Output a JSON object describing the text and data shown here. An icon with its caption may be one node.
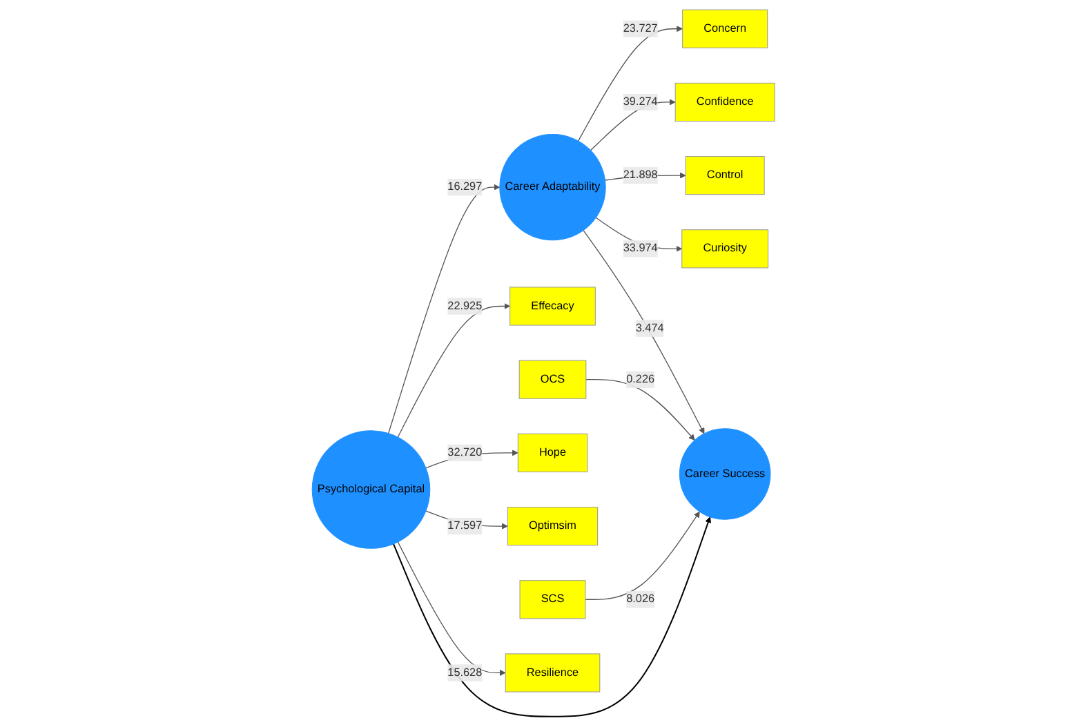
{
  "diagram": {
    "nodes": [
      {
        "text": [
          "Concern"
        ]
      },
      {
        "text": [
          "Confidence"
        ]
      },
      {
        "text": [
          "Control"
        ]
      },
      {
        "text": [
          "Curiosity"
        ]
      },
      {
        "text": [
          "Career Adaptability"
        ]
      },
      {
        "text": [
          "Effecacy"
        ]
      },
      {
        "text": [
          "OCS"
        ]
      },
      {
        "text": [
          "Hope"
        ]
      },
      {
        "text": [
          "Psychological Capital"
        ]
      },
      {
        "text": [
          "Optimsim"
        ]
      },
      {
        "text": [
          "SCS"
        ]
      },
      {
        "text": [
          "Resilience"
        ]
      },
      {
        "text": [
          "Career Success"
        ]
      }
    ],
    "edges": [
      {
        "from": 4,
        "to": 0,
        "arrow": "to",
        "label": "23.727"
      },
      {
        "from": 4,
        "to": 1,
        "arrow": "to",
        "label": "39.274"
      },
      {
        "from": 4,
        "to": 2,
        "arrow": "to",
        "label": "21.898"
      },
      {
        "from": 4,
        "to": 3,
        "arrow": "to",
        "label": "33.974"
      },
      {
        "from": 8,
        "to": 4,
        "arrow": "to",
        "label": "16.297"
      },
      {
        "from": 4,
        "to": 12,
        "arrow": "to",
        "label": "3.474"
      },
      {
        "from": 8,
        "to": 5,
        "arrow": "to",
        "label": "22.925"
      },
      {
        "from": 8,
        "to": 7,
        "arrow": "to",
        "label": "32.720"
      },
      {
        "from": 8,
        "to": 9,
        "arrow": "to",
        "label": "17.597"
      },
      {
        "from": 8,
        "to": 11,
        "arrow": "to",
        "label": "15.628"
      },
      {
        "from": 6,
        "to": 12,
        "arrow": "to",
        "label": "0.226"
      },
      {
        "from": 10,
        "to": 12,
        "arrow": "to",
        "label": "8.026"
      },
      {
        "from": 8,
        "to": 12,
        "arrow": "to",
        "color": "#000000"
      }
    ]
  }
}
